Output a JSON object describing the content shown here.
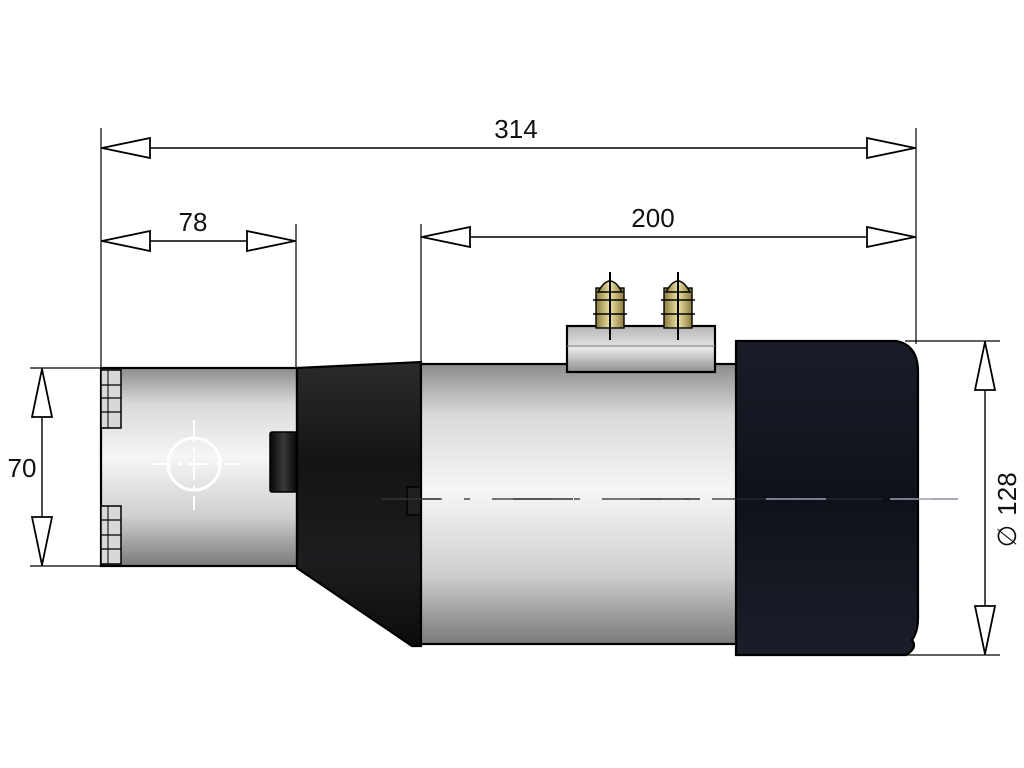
{
  "dimensions": {
    "overall_length": "314",
    "adapter_length": "78",
    "motor_length": "200",
    "adapter_height": "70",
    "diameter_symbol": "∅",
    "motor_diameter": "128"
  },
  "colors": {
    "metal_light": "#f2f2f2",
    "metal_mid": "#c4c4c4",
    "metal_dark": "#8a8a8a",
    "black_part": "#1c1c1e",
    "end_cap": "#151822",
    "terminal_brass": "#c9b56a"
  }
}
